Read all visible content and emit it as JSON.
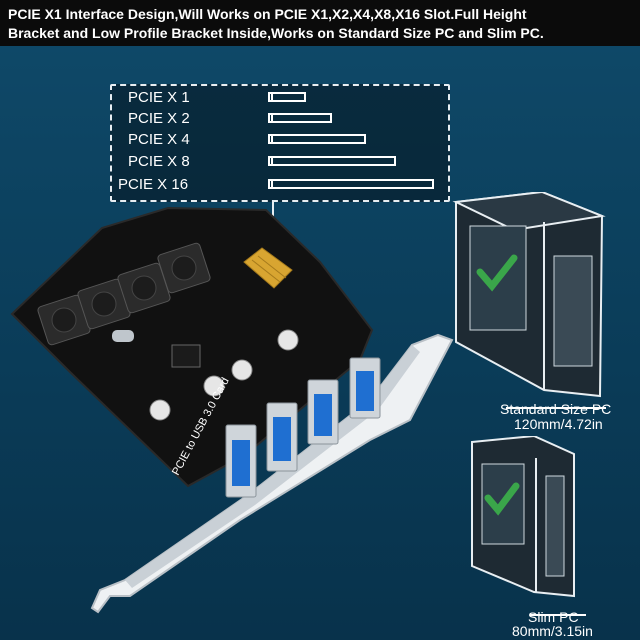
{
  "header": {
    "line1": "PCIE X1 Interface Design,Will Works on PCIE X1,X2,X4,X8,X16 Slot.Full Height",
    "line2": "Bracket and Low Profile Bracket Inside,Works on Standard Size PC and Slim PC."
  },
  "slots": [
    {
      "label": "PCIE X 1",
      "lanes": 1
    },
    {
      "label": "PCIE X 2",
      "lanes": 2
    },
    {
      "label": "PCIE X 4",
      "lanes": 4
    },
    {
      "label": "PCIE X 8",
      "lanes": 8
    },
    {
      "label": "PCIE X 16",
      "lanes": 16
    }
  ],
  "card": {
    "silkscreen": "PCIE to USB 3.0 Card",
    "usb_port_count": 4
  },
  "standard_pc": {
    "name": "Standard Size PC",
    "width": "120mm/4.72in"
  },
  "slim_pc": {
    "name": "Slim PC",
    "width": "80mm/3.15in"
  },
  "colors": {
    "background": "#0c4463",
    "check": "#3aa64a",
    "usb_port": "#1f6fd1",
    "pcb": "#111111"
  }
}
